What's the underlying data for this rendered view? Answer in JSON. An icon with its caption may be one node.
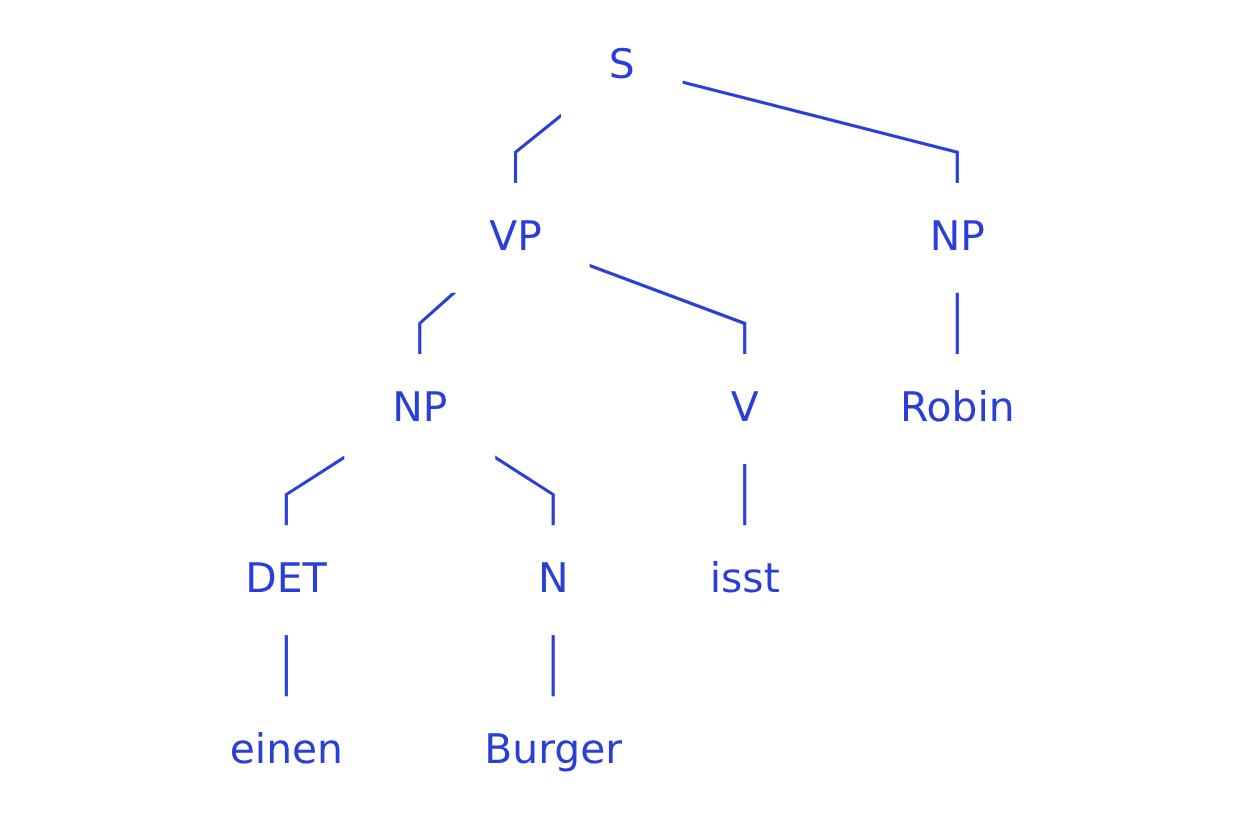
{
  "diagram": {
    "nodes": [
      {
        "text": [
          "S"
        ]
      },
      {
        "text": [
          "NP"
        ]
      },
      {
        "text": [
          "VP"
        ]
      },
      {
        "text": [
          "V"
        ]
      },
      {
        "text": [
          "NP"
        ]
      },
      {
        "text": [
          "DET"
        ]
      },
      {
        "text": [
          "N"
        ]
      },
      {
        "text": [
          "Robin"
        ]
      },
      {
        "text": [
          "isst"
        ]
      },
      {
        "text": [
          "einen"
        ]
      },
      {
        "text": [
          "Burger"
        ]
      }
    ],
    "edges": [
      {
        "from": 0,
        "to": 1,
        "arrow": "none"
      },
      {
        "from": 0,
        "to": 2,
        "arrow": "none"
      },
      {
        "from": 1,
        "to": 7,
        "arrow": "none"
      },
      {
        "from": 2,
        "to": 3,
        "arrow": "none"
      },
      {
        "from": 2,
        "to": 4,
        "arrow": "none"
      },
      {
        "from": 3,
        "to": 8,
        "arrow": "none"
      },
      {
        "from": 4,
        "to": 5,
        "arrow": "none"
      },
      {
        "from": 4,
        "to": 6,
        "arrow": "none"
      },
      {
        "from": 5,
        "to": 9,
        "arrow": "none"
      },
      {
        "from": 6,
        "to": 10,
        "arrow": "none"
      }
    ]
  }
}
